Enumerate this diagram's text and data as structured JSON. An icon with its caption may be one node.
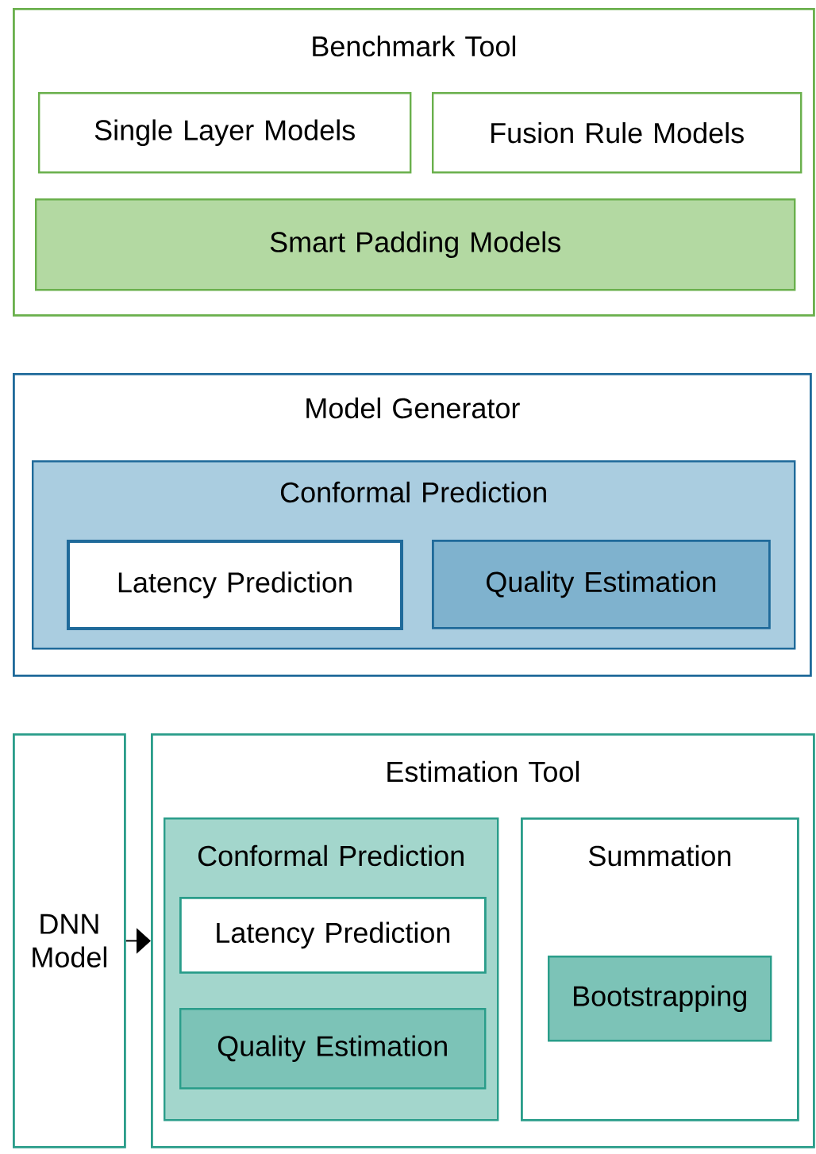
{
  "diagram": {
    "nodes": [
      {
        "text": [
          "Benchmark Tool"
        ]
      },
      {
        "text": [
          "Single Layer Models"
        ],
        "in": 0
      },
      {
        "text": [
          "Fusion Rule Models"
        ],
        "in": 0
      },
      {
        "text": [
          "Smart Padding Models"
        ],
        "in": 0
      },
      {
        "text": [
          "Model Generator"
        ]
      },
      {
        "text": [
          "Conformal Prediction"
        ],
        "in": 4
      },
      {
        "text": [
          "Latency Prediction"
        ],
        "in": 5
      },
      {
        "text": [
          "Quality Estimation"
        ],
        "in": 5
      },
      {
        "text": [
          "DNN Model"
        ]
      },
      {
        "text": [
          "Estimation Tool"
        ]
      },
      {
        "text": [
          "Conformal Prediction"
        ],
        "in": 9
      },
      {
        "text": [
          "Latency Prediction"
        ],
        "in": 10
      },
      {
        "text": [
          "Quality Estimation"
        ],
        "in": 10
      },
      {
        "text": [
          "Summation"
        ],
        "in": 9
      },
      {
        "text": [
          "Bootstrapping"
        ],
        "in": 13
      }
    ],
    "edges": [
      {
        "from": 8,
        "to": 9,
        "arrow": "to"
      }
    ]
  }
}
